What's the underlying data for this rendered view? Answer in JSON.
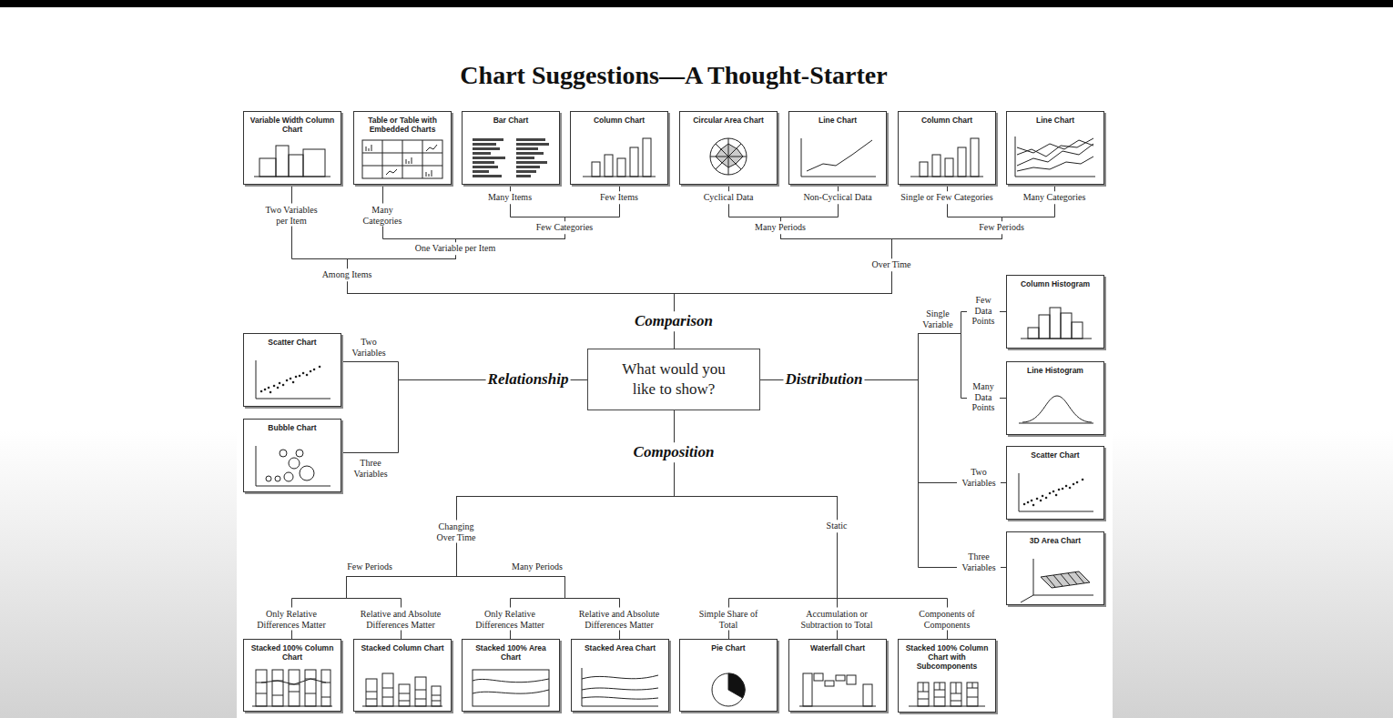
{
  "diagram": {
    "title": "Chart Suggestions—A Thought-Starter",
    "nodes": [
      {
        "text": [
          "Variable Width Column Chart"
        ]
      },
      {
        "text": [
          "Table or Table with Embedded Charts"
        ]
      },
      {
        "text": [
          "Bar Chart"
        ]
      },
      {
        "text": [
          "Column Chart"
        ]
      },
      {
        "text": [
          "Circular Area Chart"
        ]
      },
      {
        "text": [
          "Line Chart"
        ]
      },
      {
        "text": [
          "Column Chart"
        ]
      },
      {
        "text": [
          "Line Chart"
        ]
      },
      {
        "text": [
          "Column Histogram"
        ]
      },
      {
        "text": [
          "Scatter Chart"
        ]
      },
      {
        "text": [
          "What would you like to show?"
        ]
      },
      {
        "text": [
          "Line Histogram"
        ]
      },
      {
        "text": [
          "Bubble Chart"
        ]
      },
      {
        "text": [
          "Scatter Chart"
        ]
      },
      {
        "text": [
          "3D Area Chart"
        ]
      },
      {
        "text": [
          "Stacked 100% Column Chart"
        ]
      },
      {
        "text": [
          "Stacked Column Chart"
        ]
      },
      {
        "text": [
          "Stacked 100% Area Chart"
        ]
      },
      {
        "text": [
          "Stacked Area Chart"
        ]
      },
      {
        "text": [
          "Pie Chart"
        ]
      },
      {
        "text": [
          "Waterfall Chart"
        ]
      },
      {
        "text": [
          "Stacked 100% Column Chart with Subcomponents"
        ]
      }
    ],
    "edges": [
      {
        "from": 10,
        "to": 0,
        "arrow": "none",
        "label": "Two Variables per Item"
      },
      {
        "from": 10,
        "to": 1,
        "arrow": "none",
        "label": "Many Categories"
      },
      {
        "from": 10,
        "to": 2,
        "arrow": "none",
        "label": "Many Items"
      },
      {
        "from": 10,
        "to": 3,
        "arrow": "none",
        "label": "Few Items"
      },
      {
        "from": 10,
        "to": 4,
        "arrow": "none",
        "label": "Cyclical Data"
      },
      {
        "from": 10,
        "to": 5,
        "arrow": "none",
        "label": "Non-Cyclical Data"
      },
      {
        "from": 10,
        "to": 6,
        "arrow": "none",
        "label": "Single or Few Categories"
      },
      {
        "from": 10,
        "to": 7,
        "arrow": "none",
        "label": "Many Categories"
      },
      {
        "from": 10,
        "to": 8,
        "arrow": "none",
        "label": "Few Data Points"
      },
      {
        "from": 10,
        "to": 9,
        "arrow": "none",
        "label": "Two Variables"
      },
      {
        "from": 10,
        "to": 11,
        "arrow": "none",
        "label": "Many Data Points"
      },
      {
        "from": 10,
        "to": 12,
        "arrow": "none",
        "label": "Three Variables"
      },
      {
        "from": 10,
        "to": 13,
        "arrow": "none",
        "label": "Two Variables"
      },
      {
        "from": 10,
        "to": 14,
        "arrow": "none",
        "label": "Three Variables"
      },
      {
        "from": 10,
        "to": 15,
        "arrow": "none",
        "label": "Only Relative Differences Matter"
      },
      {
        "from": 10,
        "to": 16,
        "arrow": "none",
        "label": "Relative and Absolute Differences Matter"
      },
      {
        "from": 10,
        "to": 17,
        "arrow": "none",
        "label": "Only Relative Differences Matter"
      },
      {
        "from": 10,
        "to": 18,
        "arrow": "none",
        "label": "Relative and Absolute Differences Matter"
      },
      {
        "from": 10,
        "to": 19,
        "arrow": "none",
        "label": "Simple Share of Total"
      },
      {
        "from": 10,
        "to": 20,
        "arrow": "none",
        "label": "Accumulation or Subtraction to Total"
      },
      {
        "from": 10,
        "to": 21,
        "arrow": "none",
        "label": "Components of Components"
      }
    ],
    "labels": [
      "Comparison",
      "Relationship",
      "Distribution",
      "Composition",
      "Among Items",
      "One Variable per Item",
      "Few Categories",
      "Over Time",
      "Many Periods",
      "Few Periods",
      "Single Variable",
      "Changing Over Time",
      "Few Periods",
      "Many Periods",
      "Static"
    ]
  }
}
